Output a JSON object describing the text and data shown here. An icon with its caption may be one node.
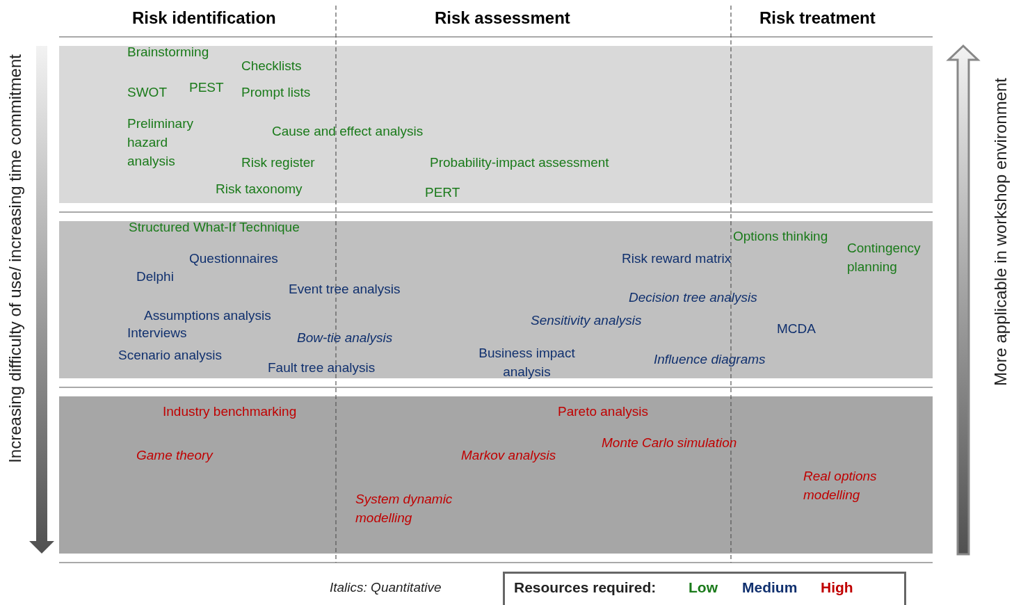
{
  "diagram": {
    "labels": [
      "Risk identification",
      "Risk assessment",
      "Risk treatment",
      "Increasing difficulty of use/ increasing time commitment",
      "More applicable in workshop environment",
      "Brainstorming",
      "Checklists",
      "SWOT",
      "PEST",
      "Prompt lists",
      "Preliminary hazard analysis",
      "Cause and effect analysis",
      "Risk register",
      "Probability-impact assessment",
      "Risk taxonomy",
      "PERT",
      "Structured What-If Technique",
      "Options thinking",
      "Contingency planning",
      "Questionnaires",
      "Risk reward matrix",
      "Delphi",
      "Event tree analysis",
      "Decision tree analysis",
      "Assumptions analysis",
      "Sensitivity analysis",
      "MCDA",
      "Interviews",
      "Bow-tie analysis",
      "Business impact analysis",
      "Scenario analysis",
      "Influence diagrams",
      "Fault tree analysis",
      "Industry benchmarking",
      "Pareto analysis",
      "Monte Carlo simulation",
      "Game theory",
      "Markov analysis",
      "Real options modelling",
      "System dynamic modelling",
      "Italics: Quantitative",
      "Resources required:"
    ],
    "legend": [
      {
        "text": "Low",
        "color": "#1a7a1a"
      },
      {
        "text": "Medium",
        "color": "#10306e"
      },
      {
        "text": "High",
        "color": "#c00000"
      }
    ]
  }
}
